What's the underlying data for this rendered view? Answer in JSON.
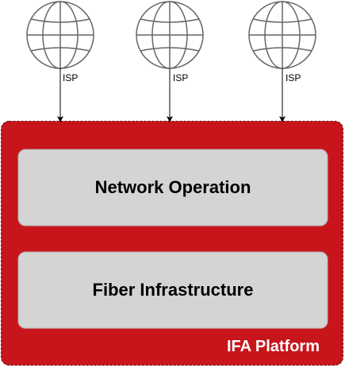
{
  "colors": {
    "platform_fill": "#c7151b",
    "layer_fill": "#d4d4d4",
    "layer_border": "#b0b0b0",
    "globe_stroke": "#666666",
    "arrow": "#000000"
  },
  "isps": [
    {
      "label": "ISP",
      "icon": "globe-icon"
    },
    {
      "label": "ISP",
      "icon": "globe-icon"
    },
    {
      "label": "ISP",
      "icon": "globe-icon"
    }
  ],
  "platform": {
    "title": "IFA Platform",
    "layers": [
      {
        "label": "Network Operation"
      },
      {
        "label": "Fiber Infrastructure"
      }
    ]
  }
}
